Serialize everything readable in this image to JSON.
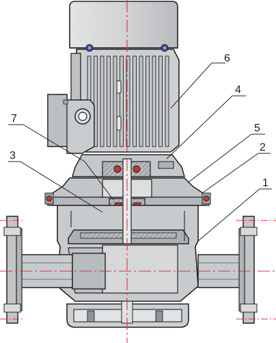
{
  "figure": {
    "callouts": [
      {
        "id": "1",
        "label": "1"
      },
      {
        "id": "2",
        "label": "2"
      },
      {
        "id": "3",
        "label": "3"
      },
      {
        "id": "4",
        "label": "4"
      },
      {
        "id": "5",
        "label": "5"
      },
      {
        "id": "6",
        "label": "6"
      },
      {
        "id": "7",
        "label": "7"
      }
    ],
    "colors": {
      "outline": "#222222",
      "centerline": "#e0322f",
      "motor_fill": "#d4d6d8",
      "fin_fill": "#c4c6c9",
      "section_fill": "#c0c2c5",
      "hatch_fill": "#9ea1a5",
      "bearing_red": "#c0392b",
      "bolt_blue": "#3d4fa0"
    }
  }
}
